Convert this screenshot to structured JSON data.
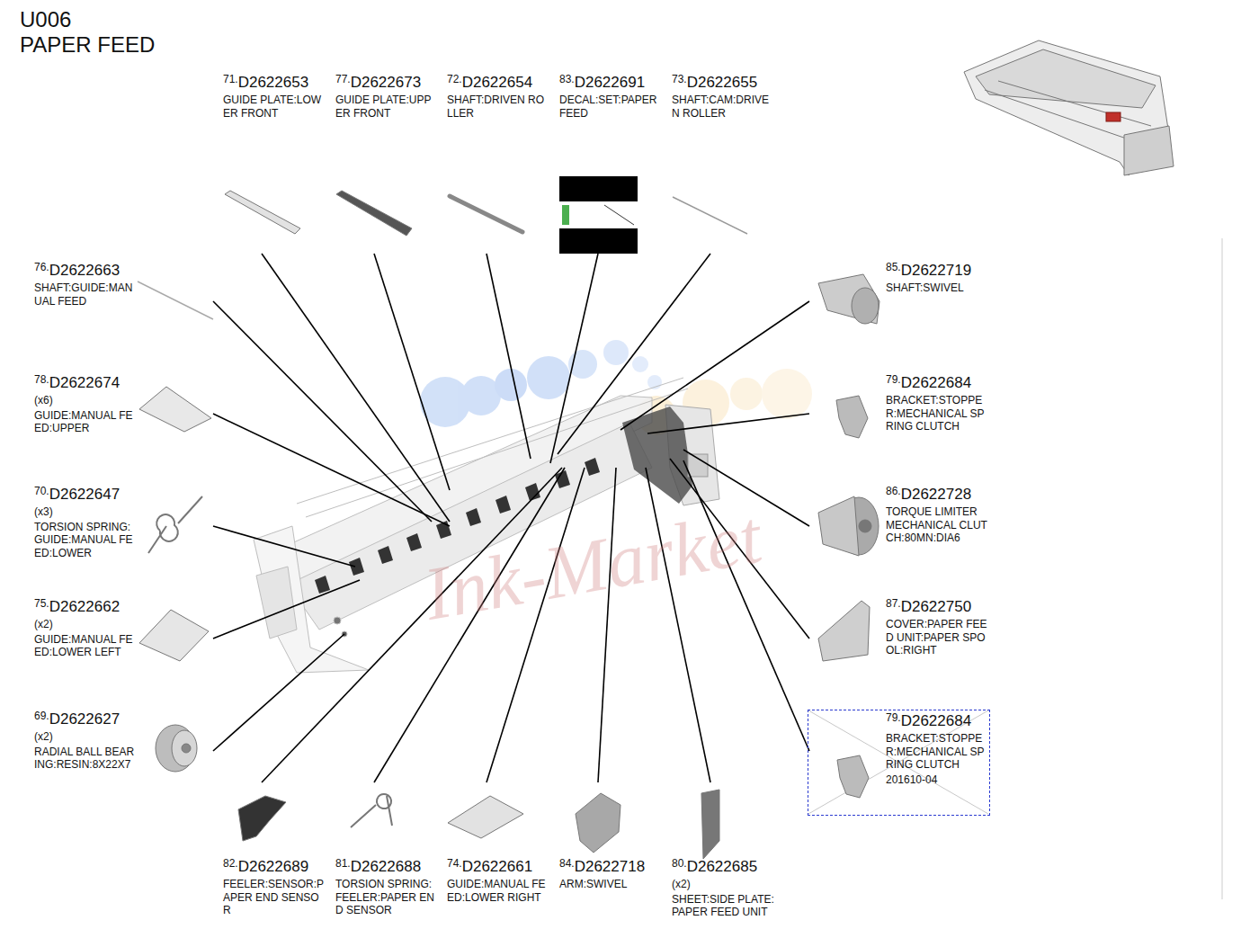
{
  "diagram": {
    "title": "PAPER FEED",
    "nodes": [
      {
        "text": [
          "79.",
          "D2622684",
          "BRACKET:STOPPER:MECHANICAL SPRING CLUTCH",
          "201610-04"
        ]
      }
    ],
    "labels": [
      "U006",
      "71.",
      "D2622653",
      "GUIDE PLATE:LOWER FRONT",
      "77.",
      "D2622673",
      "GUIDE PLATE:UPPER FRONT",
      "72.",
      "D2622654",
      "SHAFT:DRIVEN ROLLER",
      "83.",
      "D2622691",
      "DECAL:SET:PAPER FEED",
      "73.",
      "D2622655",
      "SHAFT:CAM:DRIVEN ROLLER",
      "76.",
      "D2622663",
      "SHAFT:GUIDE:MANUAL FEED",
      "78.",
      "D2622674",
      "(x6)",
      "GUIDE:MANUAL FEED:UPPER",
      "70.",
      "D2622647",
      "(x3)",
      "TORSION SPRING:GUIDE:MANUAL FEED:LOWER",
      "75.",
      "D2622662",
      "(x2)",
      "GUIDE:MANUAL FEED:LOWER LEFT",
      "69.",
      "D2622627",
      "(x2)",
      "RADIAL BALL BEARING:RESIN:8X22X7",
      "85.",
      "D2622719",
      "SHAFT:SWIVEL",
      "79.",
      "D2622684",
      "BRACKET:STOPPER:MECHANICAL SPRING CLUTCH",
      "86.",
      "D2622728",
      "TORQUE LIMITER MECHANICAL CLUTCH:80MN:DIA6",
      "87.",
      "D2622750",
      "COVER:PAPER FEED UNIT:PAPER SPOOL:RIGHT",
      "82.",
      "D2622689",
      "FEELER:SENSOR:PAPER END SENSOR",
      "81.",
      "D2622688",
      "TORSION SPRING:FEELER:PAPER END SENSOR",
      "74.",
      "D2622661",
      "GUIDE:MANUAL FEED:LOWER RIGHT",
      "84.",
      "D2622718",
      "ARM:SWIVEL",
      "80.",
      "D2622685",
      "(x2)",
      "SHEET:SIDE PLATE:PAPER FEED UNIT",
      "Ink-Market"
    ]
  }
}
